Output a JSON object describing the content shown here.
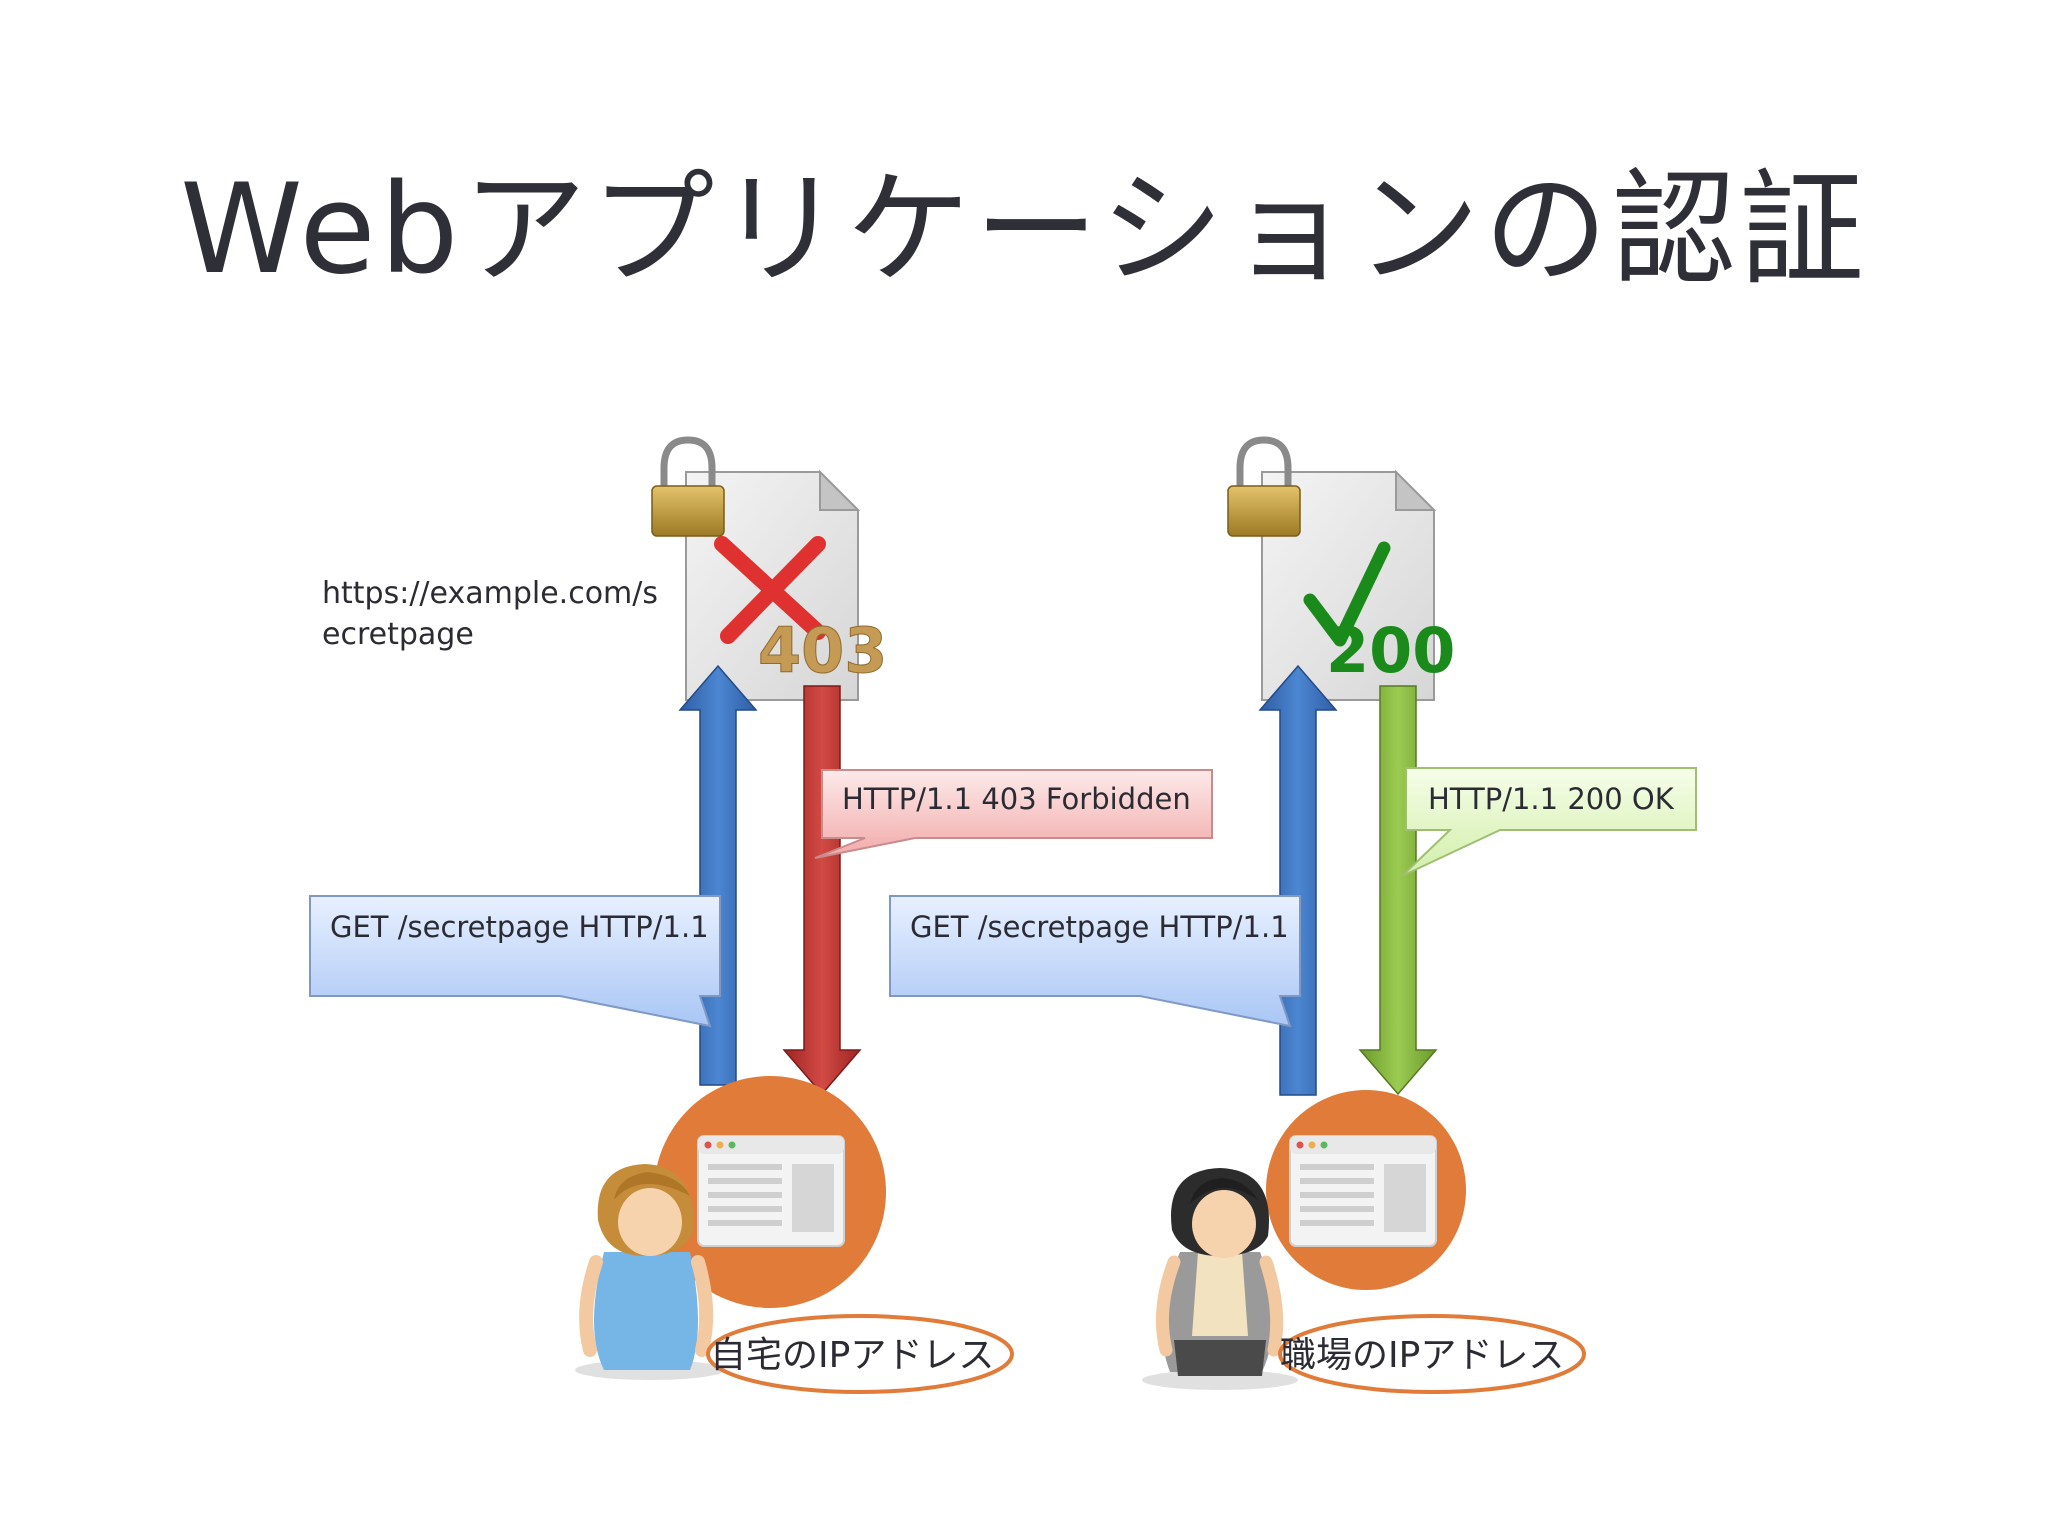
{
  "title": "Webアプリケーションの認証",
  "url_text": [
    "https://example.com/s",
    "ecretpage"
  ],
  "left": {
    "status_code": "403",
    "request": "GET /secretpage HTTP/1.1",
    "response": "HTTP/1.1 403 Forbidden",
    "location_label": "自宅のIPアドレス"
  },
  "right": {
    "status_code": "200",
    "request": "GET /secretpage HTTP/1.1",
    "response": "HTTP/1.1 200 OK",
    "location_label": "職場のIPアドレス"
  },
  "colors": {
    "request_arrow": "#3b6fb6",
    "forbidden_arrow": "#b8312f",
    "ok_arrow": "#7fae3a",
    "browser_circle": "#e07b39",
    "code_403": "#c49a55",
    "code_200": "#1a8a1a"
  }
}
